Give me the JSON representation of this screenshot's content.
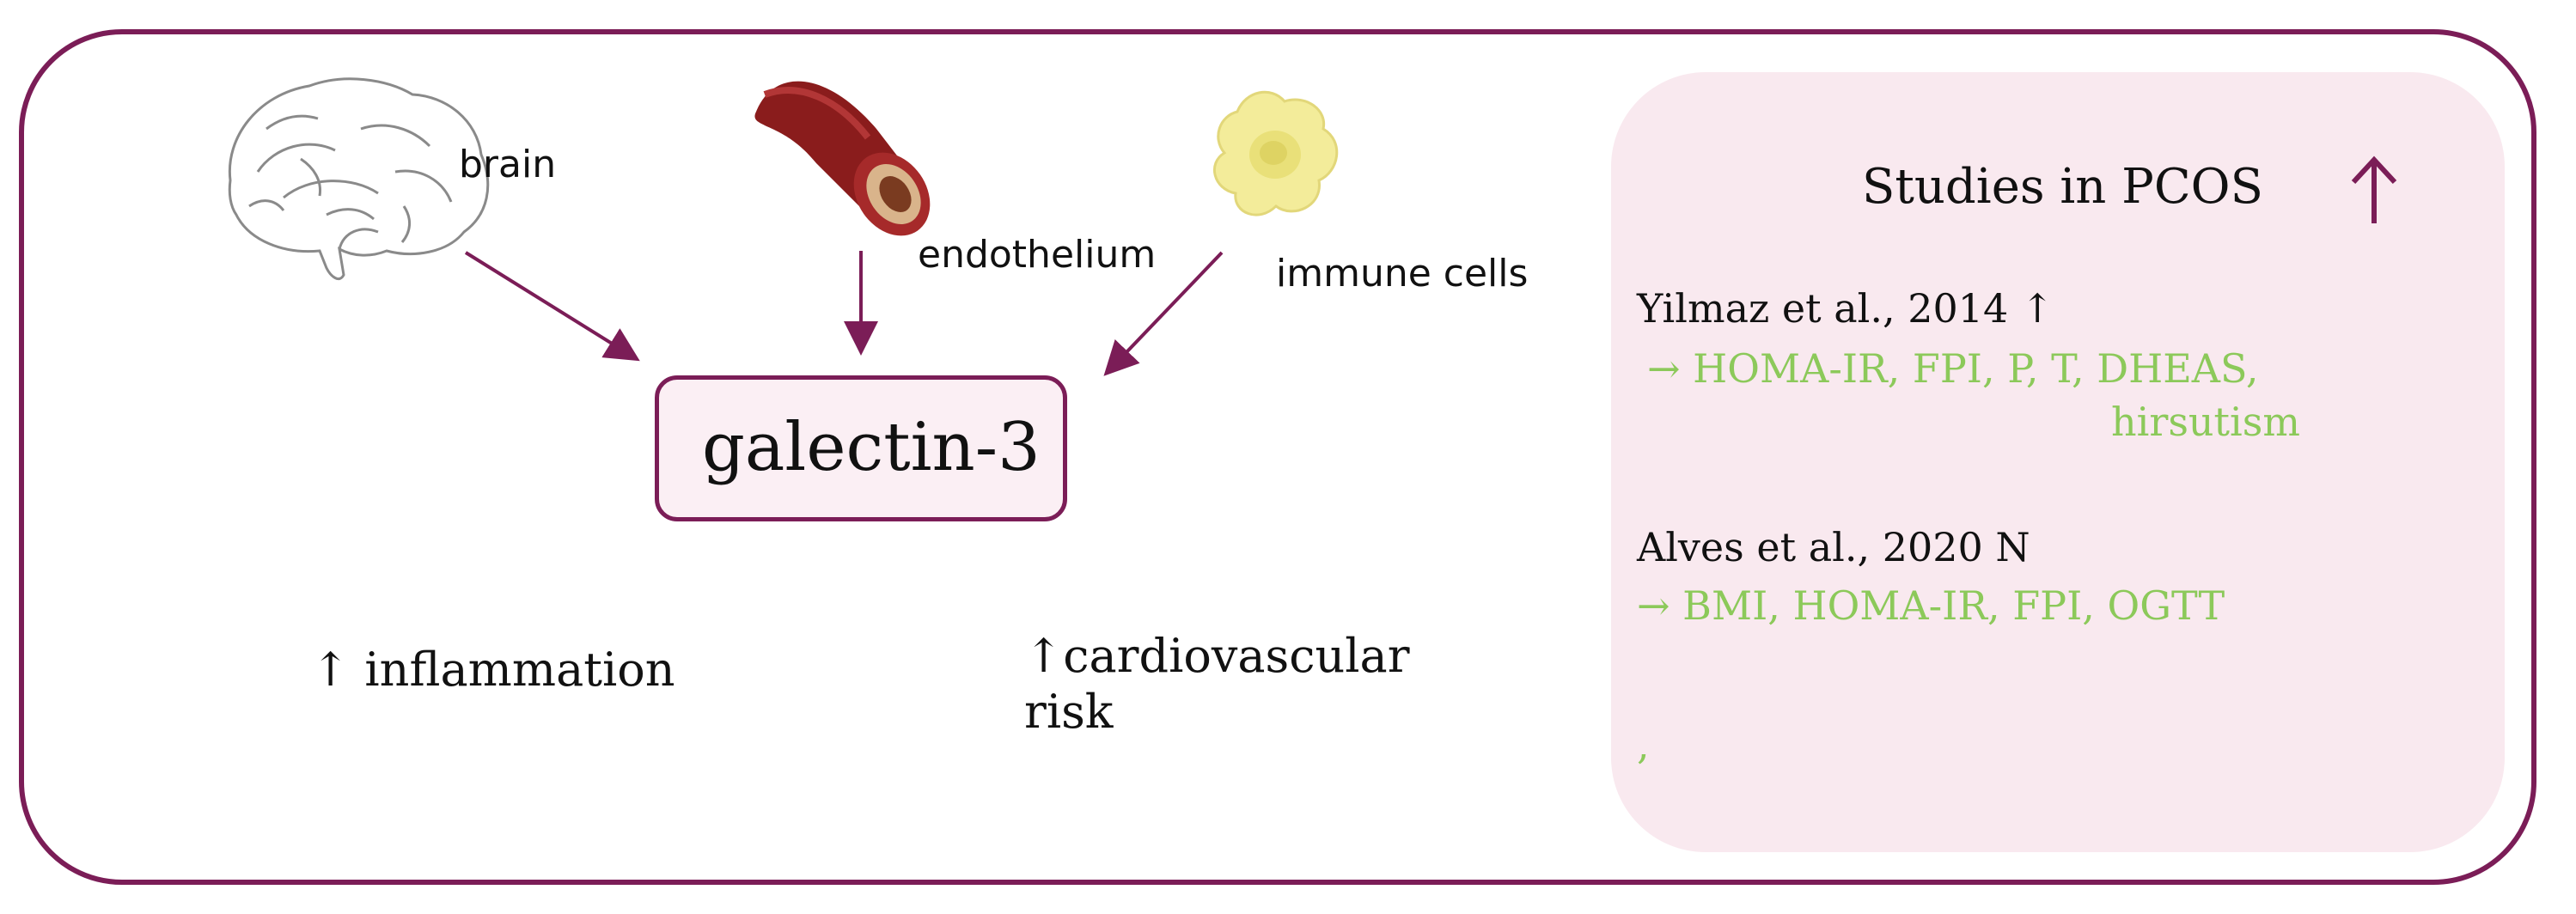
{
  "colors": {
    "frame": "#7b1d57",
    "box_fill": "#fbeff4",
    "panel_fill": "#f9e9ef",
    "finding_text": "#8cc95a",
    "vessel": "#8a1c1c",
    "immune_cell": "#f3ec9a"
  },
  "sources": [
    {
      "label": "brain",
      "icon": "brain-icon"
    },
    {
      "label": "endothelium",
      "icon": "blood-vessel-icon"
    },
    {
      "label": "immune cells",
      "icon": "immune-cell-icon"
    }
  ],
  "center": {
    "label": "galectin-3"
  },
  "effects": [
    {
      "text": "↑ inflammation"
    },
    {
      "line1": "↑cardiovascular",
      "line2": "risk"
    }
  ],
  "studies": {
    "title": "Studies in PCOS",
    "title_icon": "up-arrow-icon",
    "items": [
      {
        "reference": "Yilmaz et al., 2014 ↑",
        "finding_line1": "→ HOMA-IR, FPI, P, T, DHEAS,",
        "finding_line2": "hirsutism"
      },
      {
        "reference": "Alves et al., 2020 N",
        "finding_line1": "→ BMI, HOMA-IR, FPI, OGTT"
      }
    ],
    "trailing_mark": ","
  }
}
